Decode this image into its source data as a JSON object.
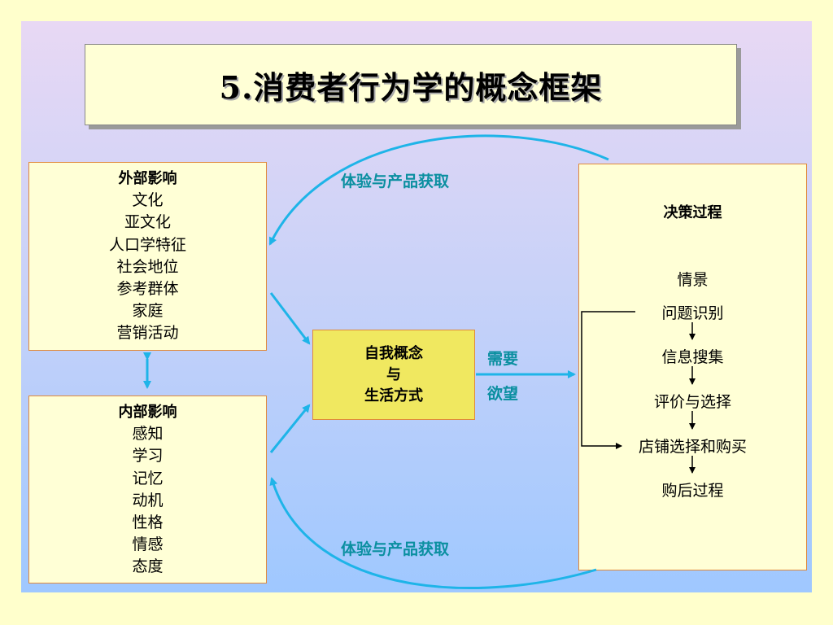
{
  "title": "5.消费者行为学的概念框架",
  "external": {
    "heading": "外部影响",
    "items": [
      "文化",
      "亚文化",
      "人口学特征",
      "社会地位",
      "参考群体",
      "家庭",
      "营销活动"
    ]
  },
  "internal": {
    "heading": "内部影响",
    "items": [
      "感知",
      "学习",
      "记忆",
      "动机",
      "性格",
      "情感",
      "态度"
    ]
  },
  "center": {
    "line1": "自我概念",
    "line2": "与",
    "line3": "生活方式"
  },
  "arrow_labels": {
    "top": "体验与产品获取",
    "bottom": "体验与产品获取",
    "need": "需要",
    "desire": "欲望"
  },
  "decision": {
    "heading": "决策过程",
    "situation": "情景",
    "steps": [
      "问题识别",
      "信息搜集",
      "评价与选择",
      "店铺选择和购买",
      "购后过程"
    ]
  },
  "colors": {
    "background": "#FFFFCC",
    "cyan_arrow": "#1EB4E8",
    "label_teal": "#0A8FA0",
    "box_border": "#E08A3C",
    "center_fill": "#F0E860"
  }
}
